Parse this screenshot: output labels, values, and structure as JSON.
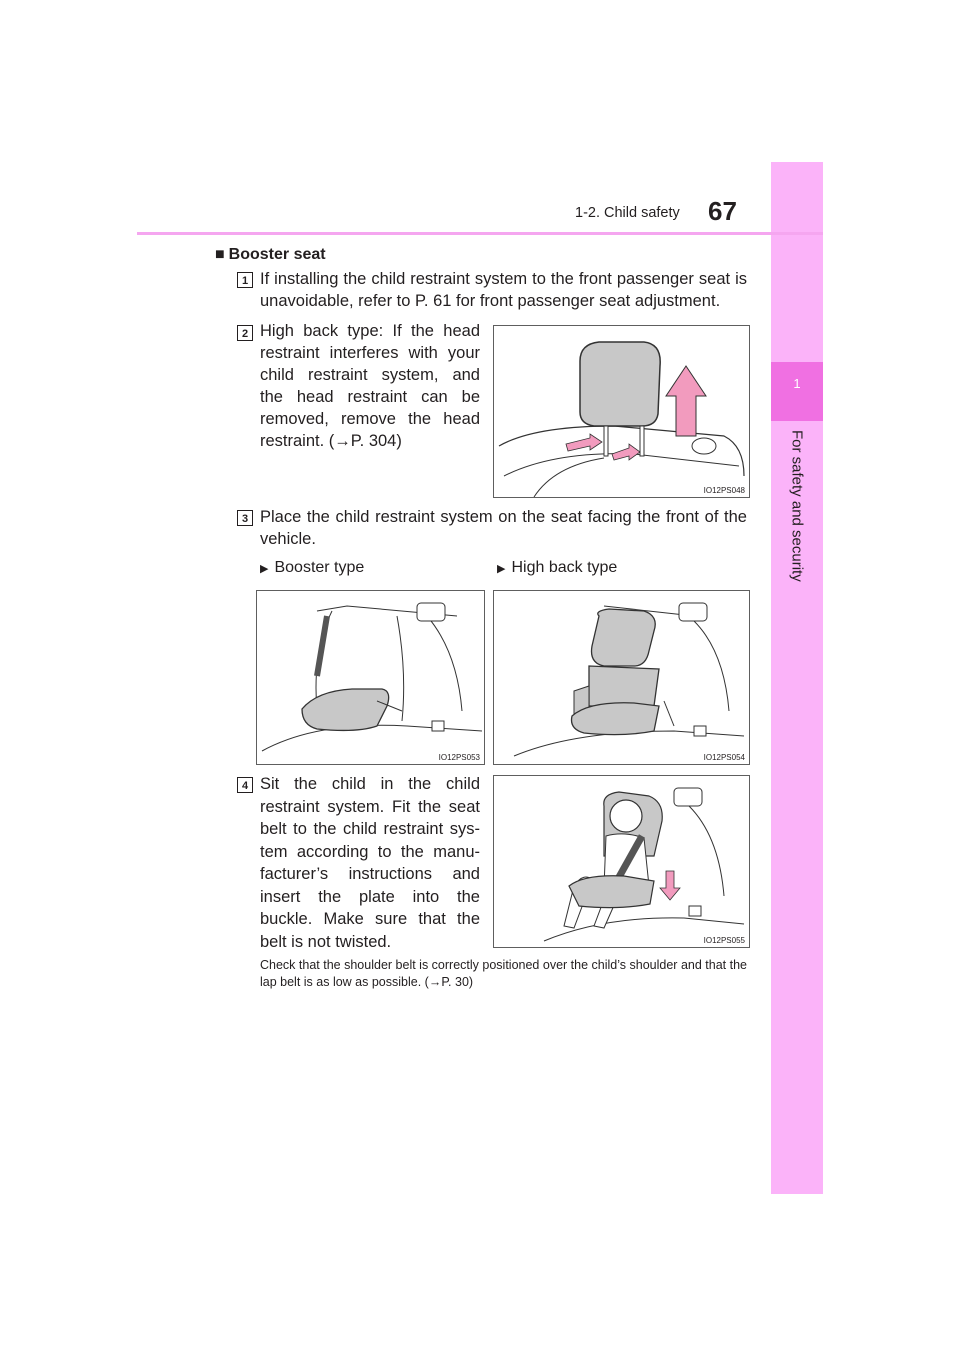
{
  "header": {
    "section": "1-2. Child safety",
    "page_number": "67"
  },
  "side_tab": {
    "chapter_number": "1",
    "chapter_title": "For safety and security"
  },
  "section": {
    "title": "Booster seat",
    "marker": "■"
  },
  "steps": [
    {
      "number": "1",
      "text": "If installing the child restraint system to the front passenger seat is unavoidable, refer to P. 61 for front passenger seat adjustment."
    },
    {
      "number": "2",
      "text": "High back type: If the head restraint interferes with your child restraint system, and the head restraint can be removed, remove the head restraint. (→P. 304)"
    },
    {
      "number": "3",
      "text": "Place the child restraint system on the seat facing the front of the vehicle."
    },
    {
      "number": "4",
      "text": "Sit the child in the child restraint system. Fit the seat belt to the child restraint sys-tem according to the manu-facturer’s instructions and insert the plate into the buckle. Make sure that the belt is not twisted."
    }
  ],
  "step2_lines": [
    "High back type: If the head",
    "restraint interferes with your",
    "child restraint system, and",
    "the head restraint can be",
    "removed, remove the head",
    "restraint. (→P. 304)"
  ],
  "step4_lines": [
    "Sit the child in the child",
    "restraint system. Fit the seat",
    "belt to the child restraint sys-",
    "tem according to the manu-",
    "facturer’s instructions and",
    "insert the plate into the",
    "buckle. Make sure that the",
    "belt is not twisted."
  ],
  "bullets": [
    {
      "marker": "▶",
      "label": "Booster type"
    },
    {
      "marker": "▶",
      "label": "High back type"
    }
  ],
  "figures": {
    "fig1": "IO12PS048",
    "fig2": "IO12PS053",
    "fig3": "IO12PS054",
    "fig4": "IO12PS055"
  },
  "note": "Check that the shoulder belt is correctly positioned over the child’s shoulder and that the lap belt is as low as possible. (→P. 30)",
  "colors": {
    "accent_pink": "#f070e2",
    "tab_pink": "#fbb3f9",
    "rule_pink": "#f5a6f0",
    "arrow_pink": "#f29bbe",
    "seat_gray": "#c8c8c8"
  }
}
